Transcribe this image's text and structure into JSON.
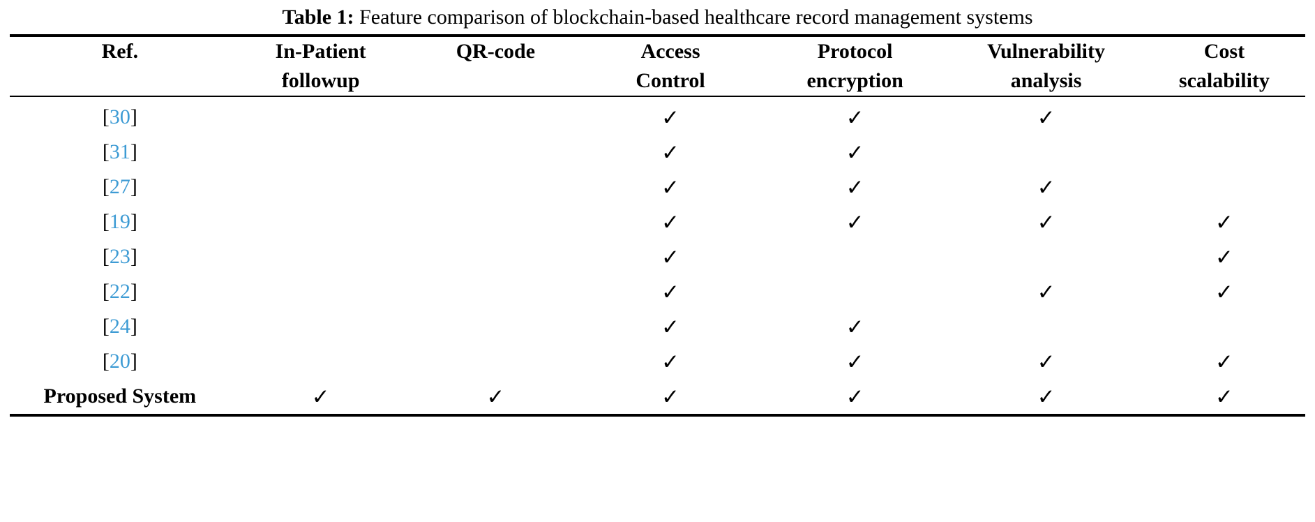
{
  "caption": {
    "label": "Table 1:",
    "text": "Feature comparison of blockchain-based healthcare record management systems"
  },
  "colors": {
    "citation_link": "#3d9bd4",
    "rule": "#000000",
    "text": "#000000"
  },
  "table": {
    "columns": [
      {
        "key": "ref",
        "line1": "Ref.",
        "line2": ""
      },
      {
        "key": "inpatient_followup",
        "line1": "In-Patient",
        "line2": "followup"
      },
      {
        "key": "qr_code",
        "line1": "QR-code",
        "line2": ""
      },
      {
        "key": "access_control",
        "line1": "Access",
        "line2": "Control"
      },
      {
        "key": "protocol_encryption",
        "line1": "Protocol",
        "line2": "encryption"
      },
      {
        "key": "vulnerability_analysis",
        "line1": "Vulnerability",
        "line2": "analysis"
      },
      {
        "key": "cost_scalability",
        "line1": "Cost",
        "line2": "scalability"
      }
    ],
    "check_glyph": "✓",
    "rows": [
      {
        "ref_open": "[",
        "ref_num": "30",
        "ref_close": "]",
        "ref_is_citation": true,
        "inpatient_followup": "",
        "qr_code": "",
        "access_control": "✓",
        "protocol_encryption": "✓",
        "vulnerability_analysis": "✓",
        "cost_scalability": ""
      },
      {
        "ref_open": "[",
        "ref_num": "31",
        "ref_close": "]",
        "ref_is_citation": true,
        "inpatient_followup": "",
        "qr_code": "",
        "access_control": "✓",
        "protocol_encryption": "✓",
        "vulnerability_analysis": "",
        "cost_scalability": ""
      },
      {
        "ref_open": "[",
        "ref_num": "27",
        "ref_close": "]",
        "ref_is_citation": true,
        "inpatient_followup": "",
        "qr_code": "",
        "access_control": "✓",
        "protocol_encryption": "✓",
        "vulnerability_analysis": "✓",
        "cost_scalability": ""
      },
      {
        "ref_open": "[",
        "ref_num": "19",
        "ref_close": "]",
        "ref_is_citation": true,
        "inpatient_followup": "",
        "qr_code": "",
        "access_control": "✓",
        "protocol_encryption": "✓",
        "vulnerability_analysis": "✓",
        "cost_scalability": "✓"
      },
      {
        "ref_open": "[",
        "ref_num": "23",
        "ref_close": "]",
        "ref_is_citation": true,
        "inpatient_followup": "",
        "qr_code": "",
        "access_control": "✓",
        "protocol_encryption": "",
        "vulnerability_analysis": "",
        "cost_scalability": "✓"
      },
      {
        "ref_open": "[",
        "ref_num": "22",
        "ref_close": "]",
        "ref_is_citation": true,
        "inpatient_followup": "",
        "qr_code": "",
        "access_control": "✓",
        "protocol_encryption": "",
        "vulnerability_analysis": "✓",
        "cost_scalability": "✓"
      },
      {
        "ref_open": "[",
        "ref_num": "24",
        "ref_close": "]",
        "ref_is_citation": true,
        "inpatient_followup": "",
        "qr_code": "",
        "access_control": "✓",
        "protocol_encryption": "✓",
        "vulnerability_analysis": "",
        "cost_scalability": ""
      },
      {
        "ref_open": "[",
        "ref_num": "20",
        "ref_close": "]",
        "ref_is_citation": true,
        "inpatient_followup": "",
        "qr_code": "",
        "access_control": "✓",
        "protocol_encryption": "✓",
        "vulnerability_analysis": "✓",
        "cost_scalability": "✓"
      },
      {
        "ref_open": "",
        "ref_num": "Proposed System",
        "ref_close": "",
        "ref_is_citation": false,
        "inpatient_followup": "✓",
        "qr_code": "✓",
        "access_control": "✓",
        "protocol_encryption": "✓",
        "vulnerability_analysis": "✓",
        "cost_scalability": "✓"
      }
    ]
  }
}
